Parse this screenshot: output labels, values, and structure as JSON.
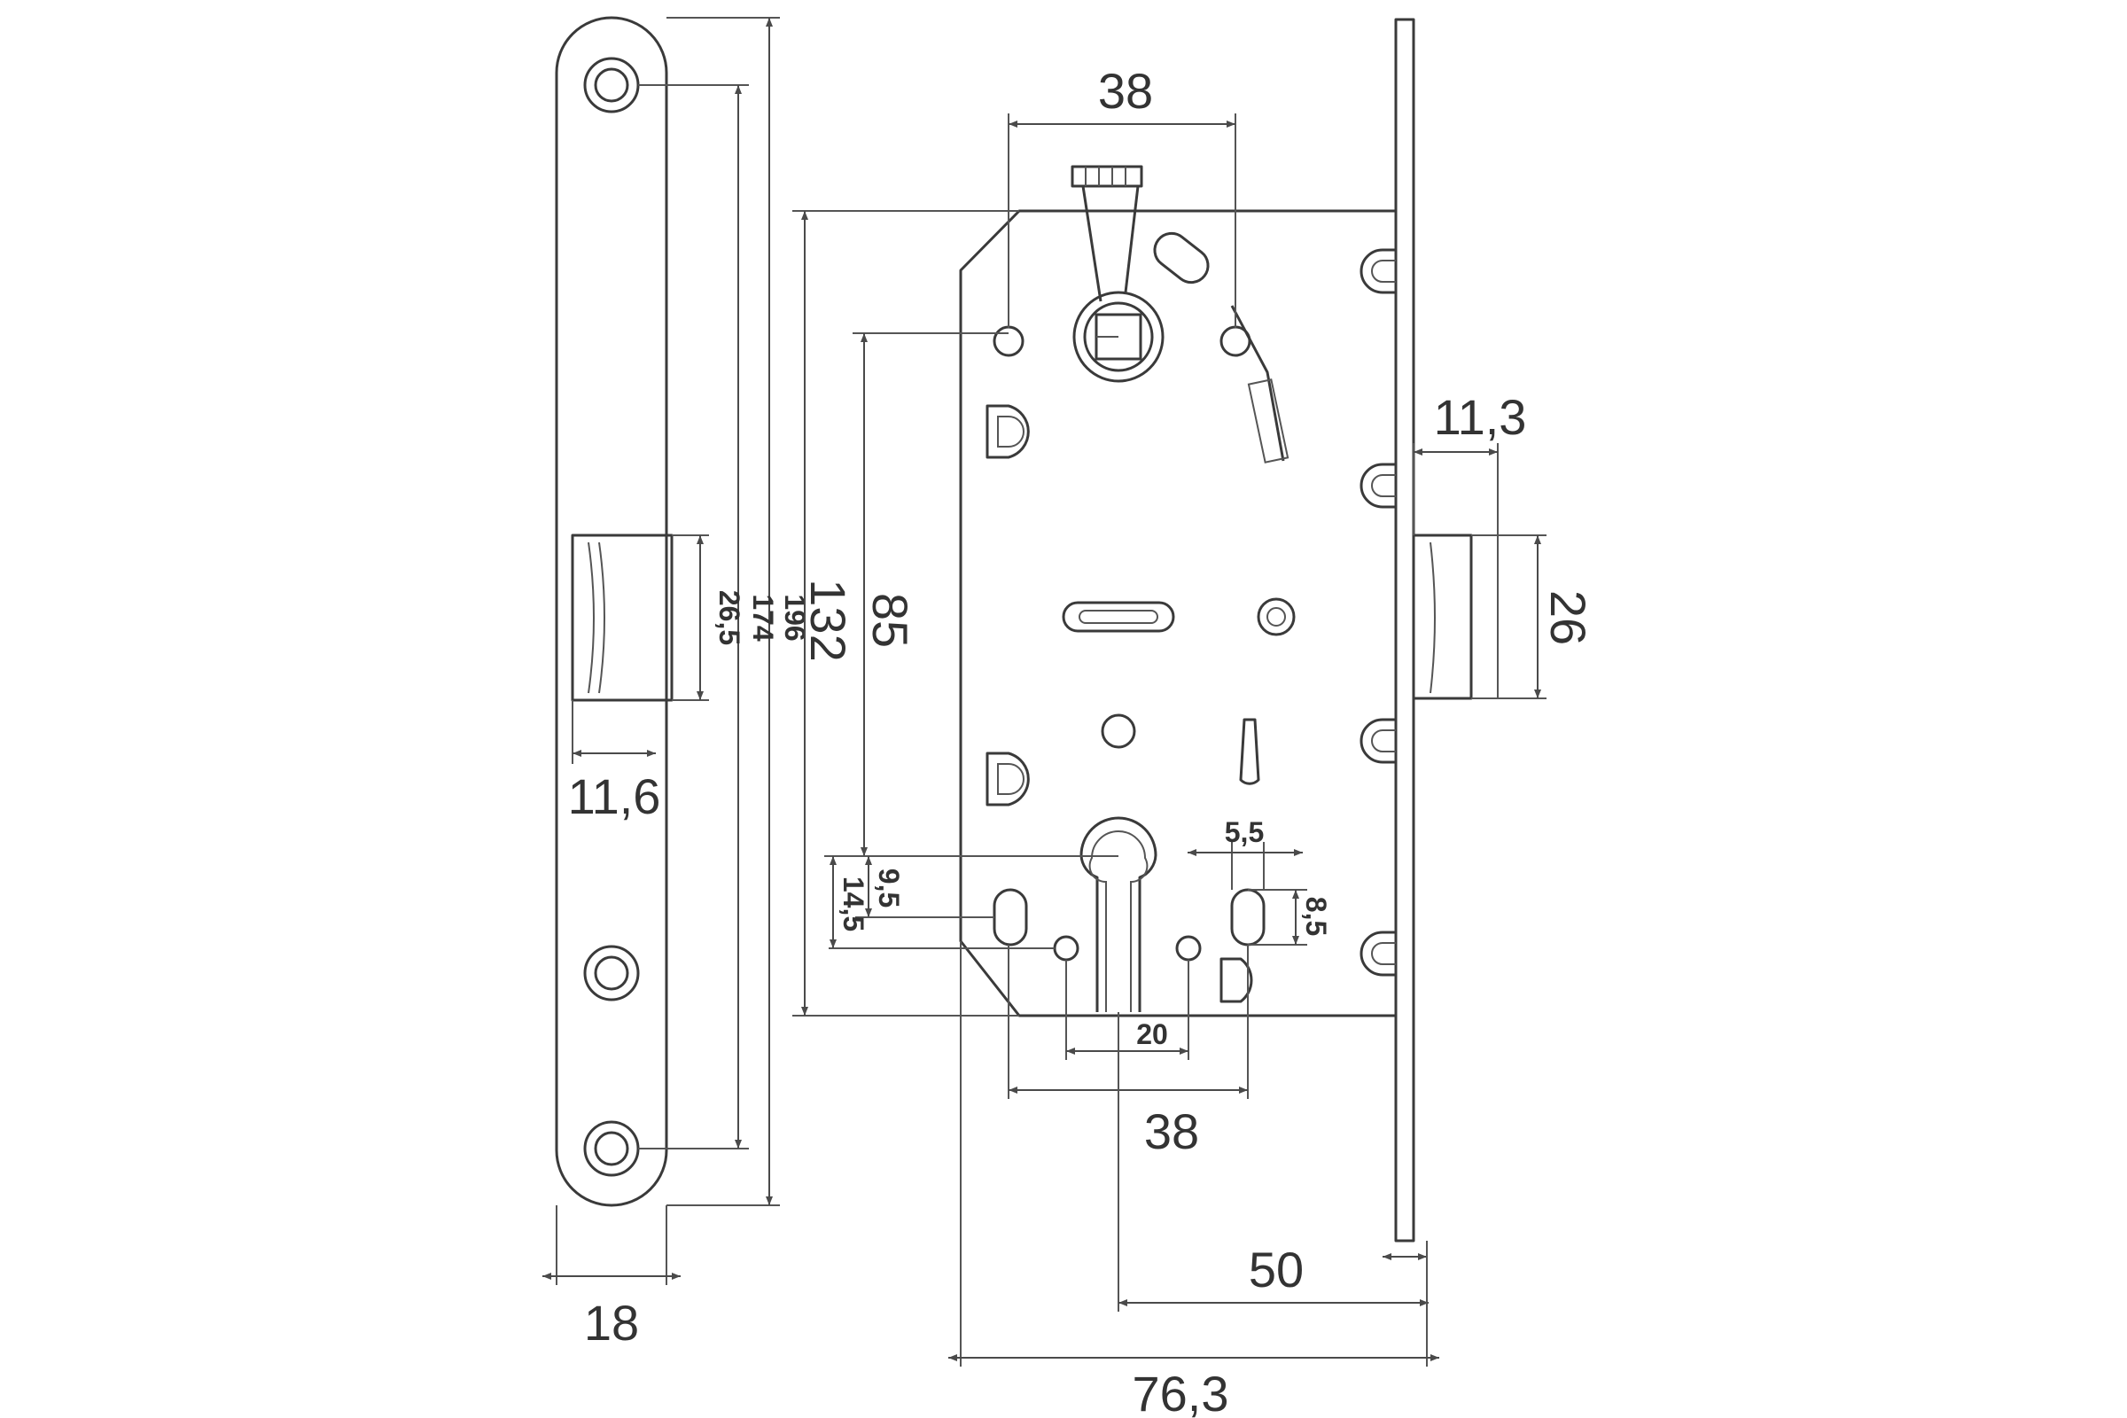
{
  "dimensions": {
    "faceplate_width": "18",
    "latch_slot_width": "11,6",
    "latch_height_face": "26,5",
    "screw_spacing": "174",
    "faceplate_height": "196",
    "case_height": "132",
    "handle_to_cylinder": "85",
    "top_spacing": "38",
    "latch_projection": "11,3",
    "latch_height_side": "26",
    "cyl_offset_small": "9,5",
    "cyl_offset_large": "14,5",
    "cyl_hole_width": "5,5",
    "cyl_hole_height": "8,5",
    "cyl_screw_spacing": "20",
    "bottom_spacing": "38",
    "backset": "50",
    "case_depth": "76,3"
  },
  "colors": {
    "line": "#3a3a3a",
    "background": "#ffffff"
  }
}
